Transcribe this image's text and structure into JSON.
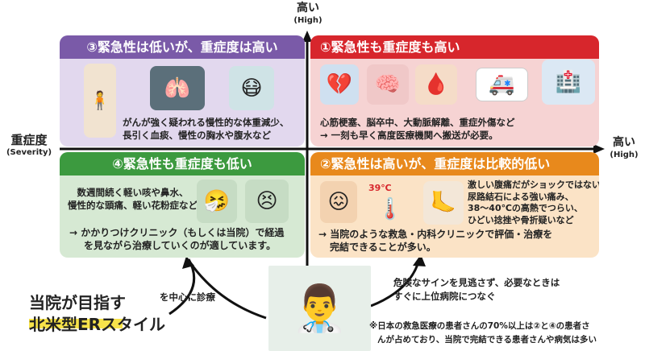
{
  "axes": {
    "vertical_high": "高い",
    "vertical_high_en": "(High)",
    "horizontal_high": "高い",
    "horizontal_high_en": "(High)",
    "severity": "重症度",
    "severity_en": "(Severity)"
  },
  "quadrants": {
    "q1": {
      "title": "①緊急性も重症度も高い",
      "lines": [
        "心筋梗塞、脳卒中、大動脈解離、重症外傷など",
        "→ 一刻も早く高度医療機関へ搬送が必要。"
      ],
      "color": "#d7262c",
      "bg": "#f6d3d3"
    },
    "q2": {
      "title": "②緊急性は高いが、重症度は比較的低い",
      "thermo": "39℃",
      "lines": [
        "激しい腹痛だがショックではない、",
        "尿路結石による強い痛み、",
        "38〜40℃の高熱でつらい、",
        "ひどい捻挫や骨折疑いなど"
      ],
      "conclusion": [
        "→ 当院のような救急・内科クリニックで評価・治療を",
        "完結できることが多い。"
      ],
      "color": "#e8891c",
      "bg": "#fbe3c6"
    },
    "q3": {
      "title": "③緊急性は低いが、重症度は高い",
      "lines": [
        "がんが強く疑われる慢性的な体重減少、",
        "長引く血痰、慢性の胸水や腹水など"
      ],
      "color": "#7a5aa8",
      "bg": "#e2d8ee"
    },
    "q4": {
      "title": "④緊急性も重症度も低い",
      "lines": [
        "数週間続く軽い咳や鼻水、",
        "慢性的な頭痛、軽い花粉症など"
      ],
      "conclusion": [
        "→ かかりつけクリニック（もしくは当院）で経過",
        "を見ながら治療していくのが適しています。"
      ],
      "color": "#3c9a3f",
      "bg": "#d6e9d3"
    }
  },
  "bottom": {
    "headline1": "当院が目指す",
    "headline2": "北米型ERスタイル",
    "left_note": "を中心に診療",
    "right_note": [
      "危険なサインを見逃さず、必要なときは",
      "すぐに上位病院につなぐ"
    ],
    "footnote": [
      "※日本の救急医療の患者さんの70%以上は②と④の患者さ",
      "んが占めており、当院で完結できる患者さんや病気は多い"
    ],
    "highlight_color": "#f7e34a"
  }
}
